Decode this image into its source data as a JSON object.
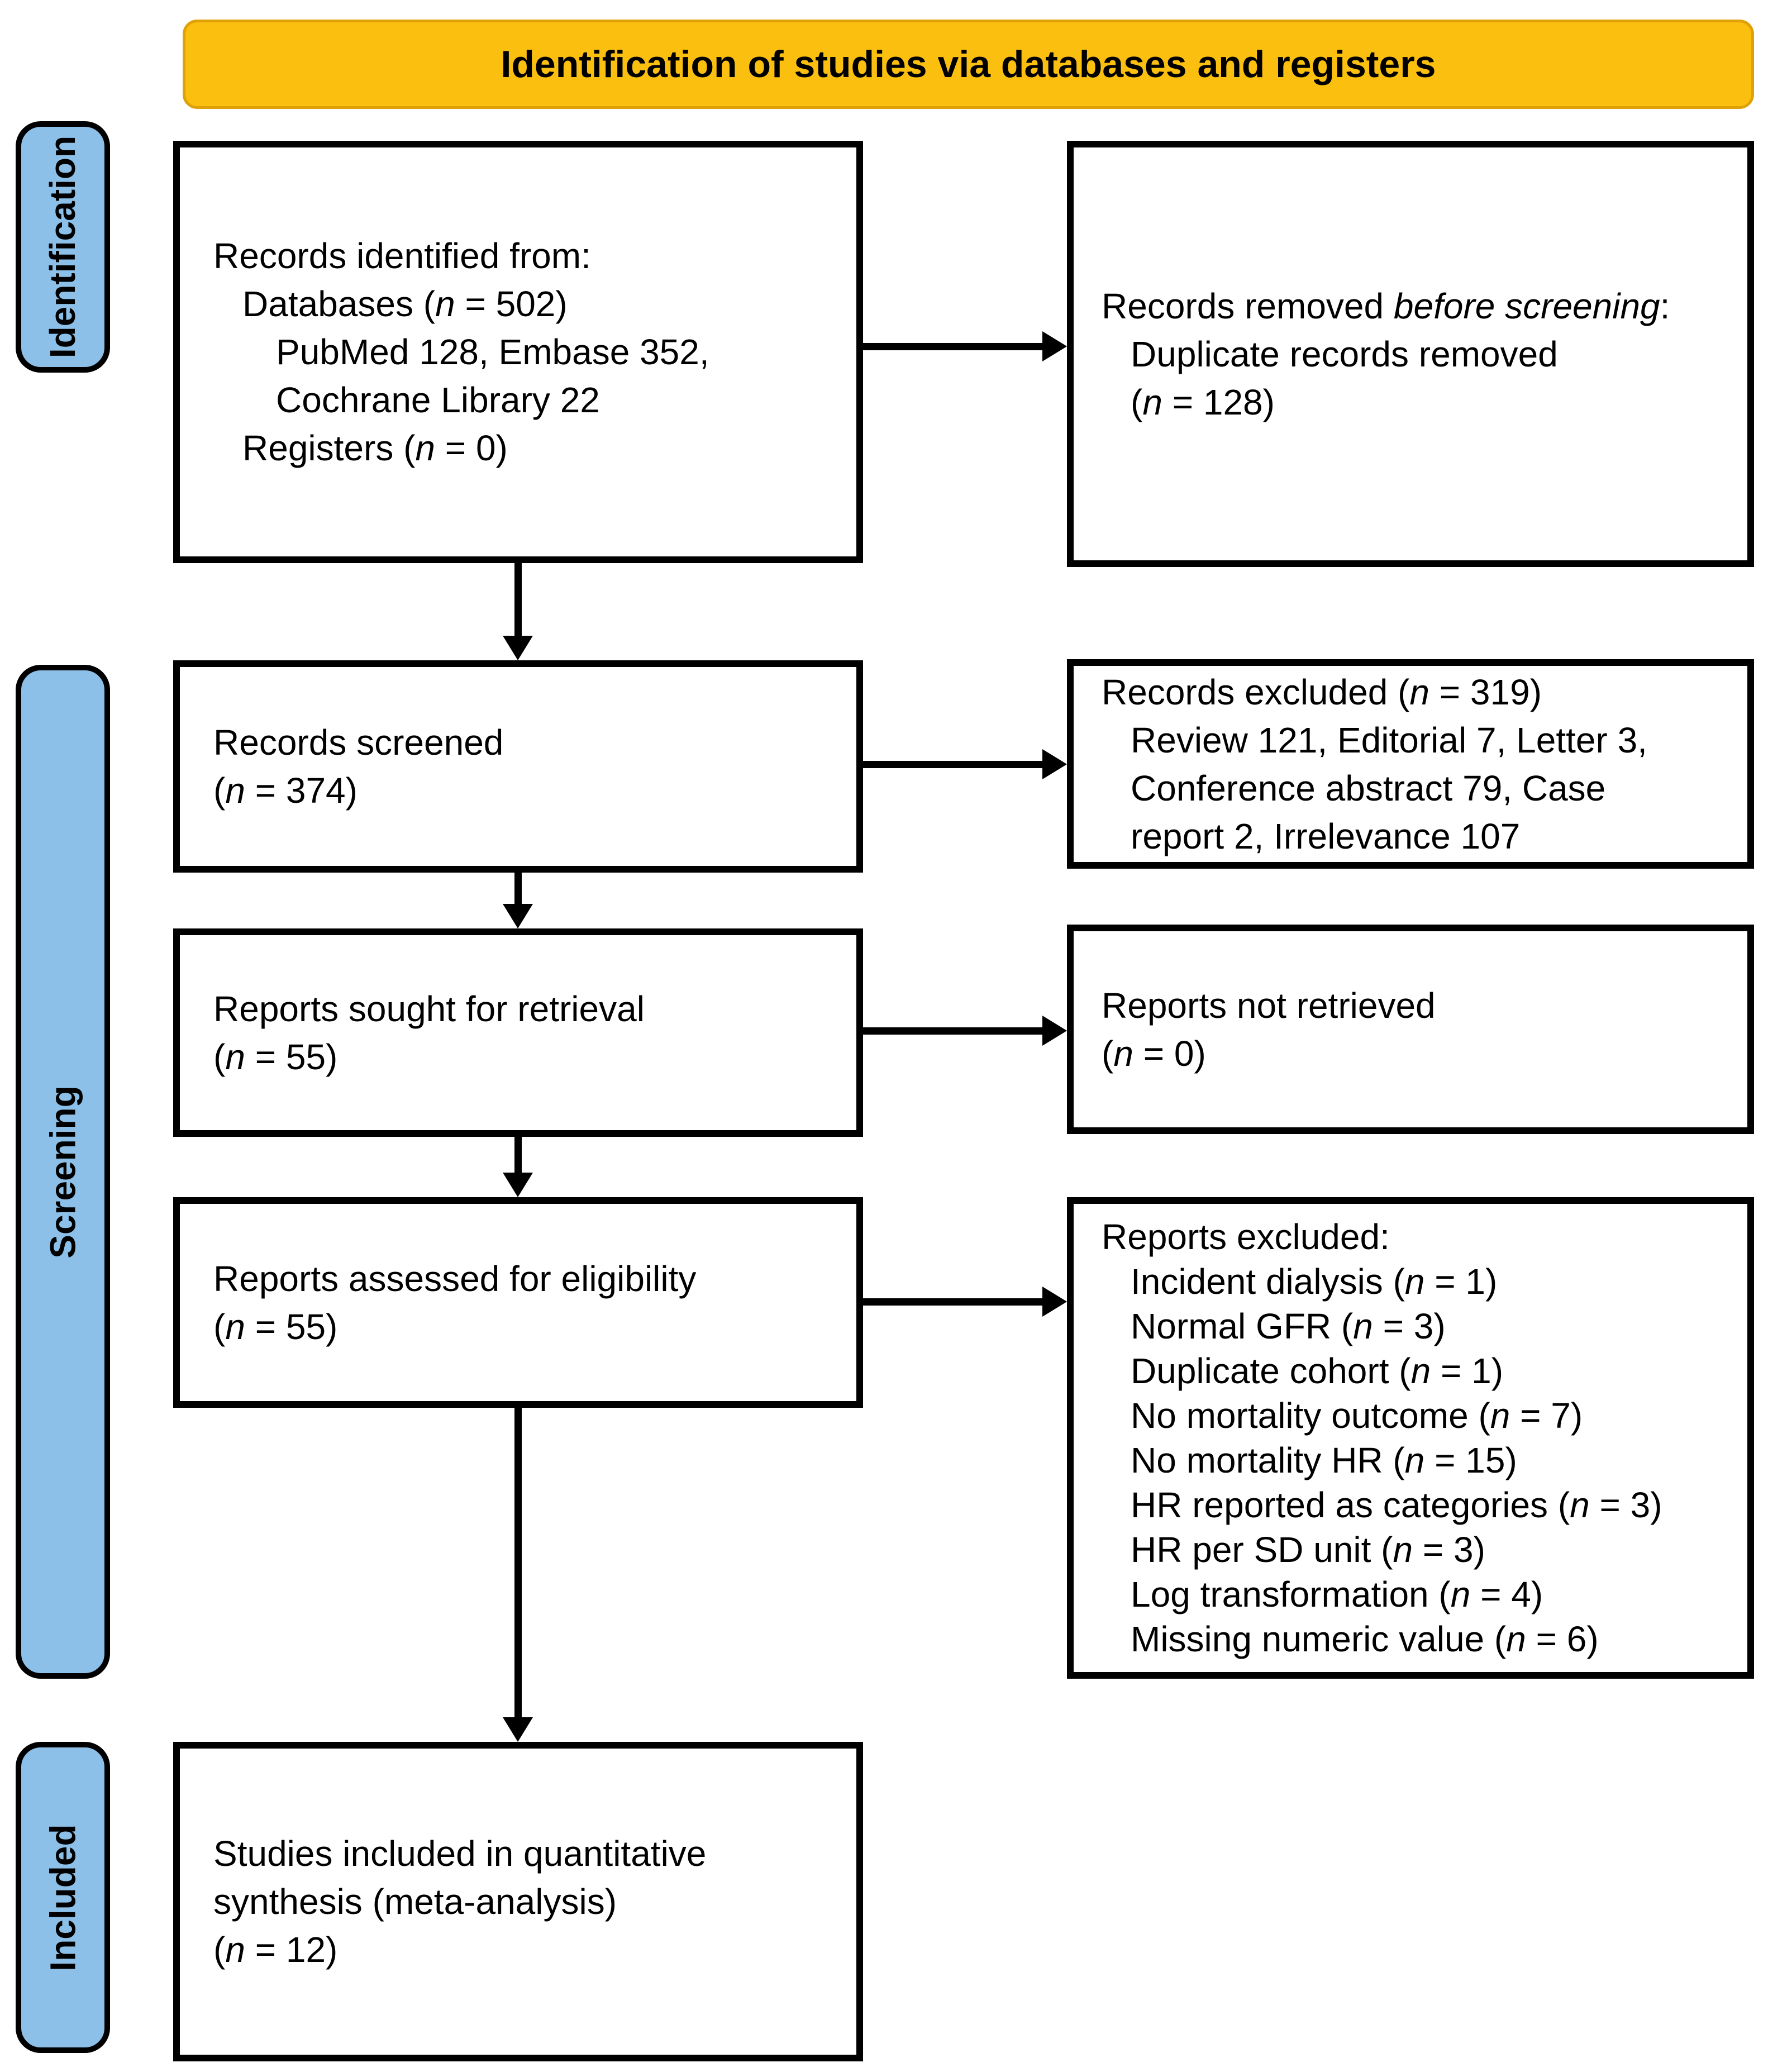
{
  "banner": {
    "title": "Identification of studies via databases and registers"
  },
  "colors": {
    "banner_bg": "#FBBF0F",
    "banner_border": "#DFA106",
    "sidebar_bg": "#8CC0E8",
    "box_border": "#000000"
  },
  "sidebar": {
    "items": [
      {
        "id": "identification",
        "label": "Identification"
      },
      {
        "id": "screening",
        "label": "Screening"
      },
      {
        "id": "included",
        "label": "Included"
      }
    ]
  },
  "boxes": {
    "records_identified": {
      "lines": [
        {
          "indent": 0,
          "segs": [
            {
              "t": "Records identified from:"
            }
          ]
        },
        {
          "indent": 1,
          "segs": [
            {
              "t": "Databases ("
            },
            {
              "t": "n",
              "i": true
            },
            {
              "t": " = 502)"
            }
          ]
        },
        {
          "indent": 2,
          "segs": [
            {
              "t": "PubMed 128, Embase 352,"
            }
          ]
        },
        {
          "indent": 2,
          "segs": [
            {
              "t": "Cochrane Library 22"
            }
          ]
        },
        {
          "indent": 1,
          "segs": [
            {
              "t": "Registers ("
            },
            {
              "t": "n",
              "i": true
            },
            {
              "t": " = 0)"
            }
          ]
        }
      ]
    },
    "records_removed": {
      "lines": [
        {
          "indent": 0,
          "segs": [
            {
              "t": "Records removed "
            },
            {
              "t": "before screening",
              "i": true
            },
            {
              "t": ":"
            }
          ]
        },
        {
          "indent": 1,
          "segs": [
            {
              "t": "Duplicate records removed"
            }
          ]
        },
        {
          "indent": 1,
          "segs": [
            {
              "t": "("
            },
            {
              "t": "n",
              "i": true
            },
            {
              "t": " = 128)"
            }
          ]
        }
      ]
    },
    "records_screened": {
      "lines": [
        {
          "indent": 0,
          "segs": [
            {
              "t": "Records screened"
            }
          ]
        },
        {
          "indent": 0,
          "segs": [
            {
              "t": "("
            },
            {
              "t": "n",
              "i": true
            },
            {
              "t": " = 374)"
            }
          ]
        }
      ]
    },
    "records_excluded": {
      "lines": [
        {
          "indent": 0,
          "segs": [
            {
              "t": "Records excluded ("
            },
            {
              "t": "n",
              "i": true
            },
            {
              "t": " = 319)"
            }
          ]
        },
        {
          "indent": 1,
          "segs": [
            {
              "t": "Review 121, Editorial 7, Letter 3,"
            }
          ]
        },
        {
          "indent": 1,
          "segs": [
            {
              "t": "Conference abstract 79, Case"
            }
          ]
        },
        {
          "indent": 1,
          "segs": [
            {
              "t": "report 2, Irrelevance 107"
            }
          ]
        }
      ]
    },
    "reports_sought": {
      "lines": [
        {
          "indent": 0,
          "segs": [
            {
              "t": "Reports sought for retrieval"
            }
          ]
        },
        {
          "indent": 0,
          "segs": [
            {
              "t": "("
            },
            {
              "t": "n",
              "i": true
            },
            {
              "t": " = 55)"
            }
          ]
        }
      ]
    },
    "reports_not_retrieved": {
      "lines": [
        {
          "indent": 0,
          "segs": [
            {
              "t": "Reports not retrieved"
            }
          ]
        },
        {
          "indent": 0,
          "segs": [
            {
              "t": "("
            },
            {
              "t": "n",
              "i": true
            },
            {
              "t": " = 0)"
            }
          ]
        }
      ]
    },
    "reports_assessed": {
      "lines": [
        {
          "indent": 0,
          "segs": [
            {
              "t": "Reports assessed for eligibility"
            }
          ]
        },
        {
          "indent": 0,
          "segs": [
            {
              "t": "("
            },
            {
              "t": "n",
              "i": true
            },
            {
              "t": " = 55)"
            }
          ]
        }
      ]
    },
    "reports_excluded": {
      "lines": [
        {
          "indent": 0,
          "segs": [
            {
              "t": "Reports excluded:"
            }
          ]
        },
        {
          "indent": 1,
          "segs": [
            {
              "t": "Incident dialysis ("
            },
            {
              "t": "n",
              "i": true
            },
            {
              "t": " = 1)"
            }
          ]
        },
        {
          "indent": 1,
          "segs": [
            {
              "t": "Normal GFR ("
            },
            {
              "t": "n",
              "i": true
            },
            {
              "t": " = 3)"
            }
          ]
        },
        {
          "indent": 1,
          "segs": [
            {
              "t": "Duplicate cohort ("
            },
            {
              "t": "n",
              "i": true
            },
            {
              "t": " = 1)"
            }
          ]
        },
        {
          "indent": 1,
          "segs": [
            {
              "t": "No mortality outcome ("
            },
            {
              "t": "n",
              "i": true
            },
            {
              "t": " = 7)"
            }
          ]
        },
        {
          "indent": 1,
          "segs": [
            {
              "t": "No mortality HR ("
            },
            {
              "t": "n",
              "i": true
            },
            {
              "t": " = 15)"
            }
          ]
        },
        {
          "indent": 1,
          "segs": [
            {
              "t": "HR reported as categories ("
            },
            {
              "t": "n",
              "i": true
            },
            {
              "t": " = 3)"
            }
          ]
        },
        {
          "indent": 1,
          "segs": [
            {
              "t": "HR per SD unit ("
            },
            {
              "t": "n",
              "i": true
            },
            {
              "t": " = 3)"
            }
          ]
        },
        {
          "indent": 1,
          "segs": [
            {
              "t": "Log transformation ("
            },
            {
              "t": "n",
              "i": true
            },
            {
              "t": " = 4)"
            }
          ]
        },
        {
          "indent": 1,
          "segs": [
            {
              "t": "Missing numeric value ("
            },
            {
              "t": "n",
              "i": true
            },
            {
              "t": " = 6)"
            }
          ]
        }
      ]
    },
    "studies_included": {
      "lines": [
        {
          "indent": 0,
          "segs": [
            {
              "t": "Studies included in quantitative"
            }
          ]
        },
        {
          "indent": 0,
          "segs": [
            {
              "t": "synthesis (meta-analysis)"
            }
          ]
        },
        {
          "indent": 0,
          "segs": [
            {
              "t": "("
            },
            {
              "t": "n",
              "i": true
            },
            {
              "t": " = 12)"
            }
          ]
        }
      ]
    }
  }
}
